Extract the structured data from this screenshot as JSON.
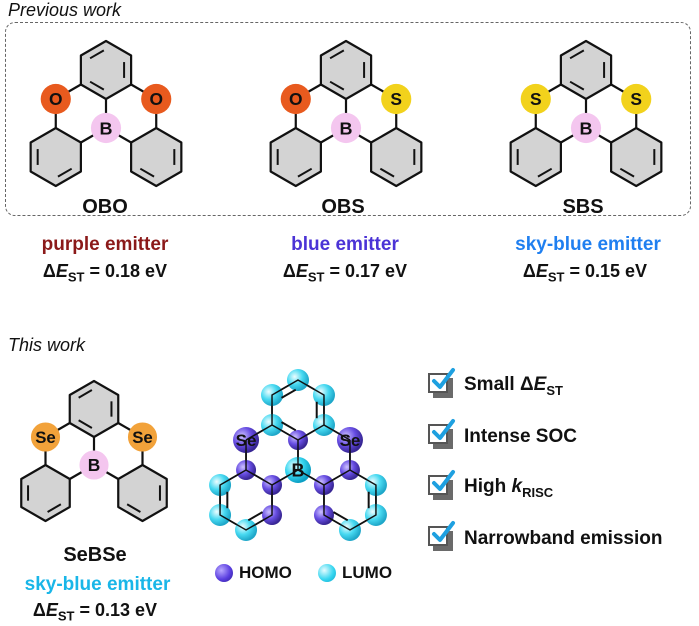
{
  "sections": {
    "previous": "Previous work",
    "current": "This work"
  },
  "molecules": [
    {
      "name": "OBO",
      "emitter": "purple emitter",
      "emitter_color": "#8b1a1a",
      "delta_est": "= 0.18 eV",
      "left_atom": "O",
      "right_atom": "O",
      "left_color": "#e85a1e",
      "right_color": "#e85a1e"
    },
    {
      "name": "OBS",
      "emitter": "blue emitter",
      "emitter_color": "#4b33d6",
      "delta_est": "= 0.17 eV",
      "left_atom": "O",
      "right_atom": "S",
      "left_color": "#e85a1e",
      "right_color": "#f2d21c"
    },
    {
      "name": "SBS",
      "emitter": "sky-blue emitter",
      "emitter_color": "#1f7ff0",
      "delta_est": "= 0.15 eV",
      "left_atom": "S",
      "right_atom": "S",
      "left_color": "#f2d21c",
      "right_color": "#f2d21c"
    },
    {
      "name": "SeBSe",
      "emitter": "sky-blue emitter",
      "emitter_color": "#19b6e8",
      "delta_est": "= 0.13 eV",
      "left_atom": "Se",
      "right_atom": "Se",
      "left_color": "#f2a23a",
      "right_color": "#f2a23a"
    }
  ],
  "boron_label": "B",
  "boron_color": "#f4c6ef",
  "orbital": {
    "left_atom": "Se",
    "right_atom": "Se",
    "center_atom": "B",
    "homo_label": "HOMO",
    "lumo_label": "LUMO",
    "homo_color": "#5a3ee0",
    "lumo_color": "#37d6f0"
  },
  "features": [
    {
      "text": "Small Δ",
      "em": "E",
      "sub": "ST"
    },
    {
      "text": "Intense SOC"
    },
    {
      "text": "High ",
      "em": "k",
      "sub": "RISC"
    },
    {
      "text": "Narrowband emission"
    }
  ],
  "check_color": "#1ea0e0",
  "delta_symbol": "Δ",
  "delta_var": "E",
  "delta_sub": "ST"
}
